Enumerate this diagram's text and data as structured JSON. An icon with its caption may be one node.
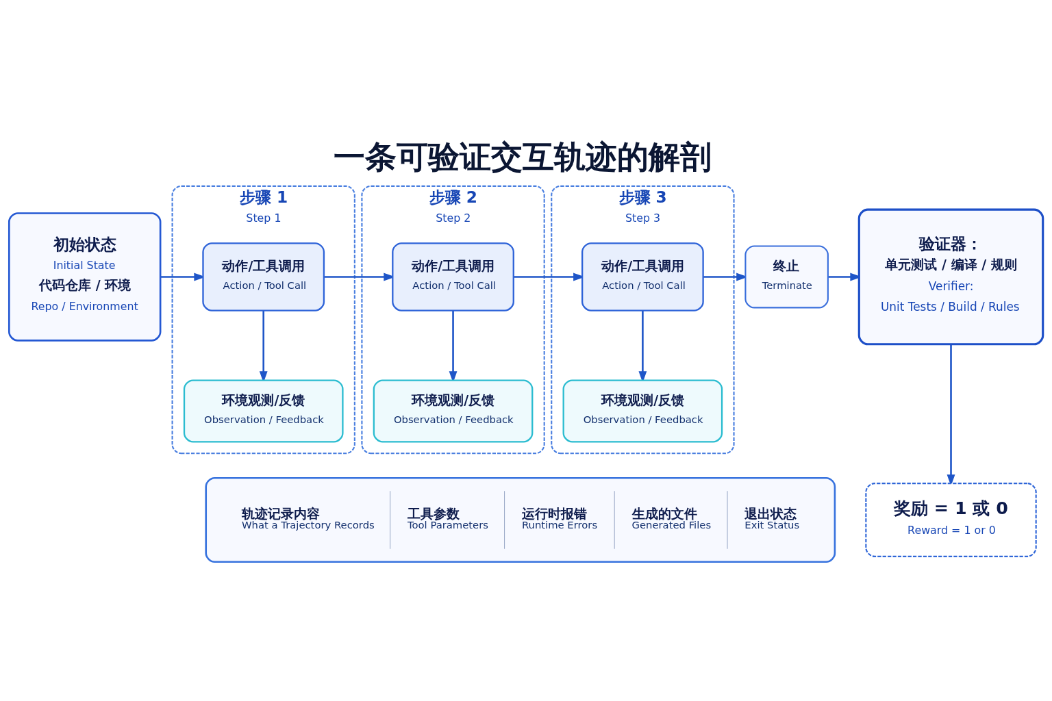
{
  "diagram": {
    "title": "一条可验证交互轨迹的解剖",
    "nodes": [
      {
        "text": [
          "初始状态",
          "Initial State",
          "代码仓库 / 环境",
          "Repo / Environment"
        ]
      },
      {
        "text": [
          "步骤 1",
          "Step 1"
        ]
      },
      {
        "text": [
          "动作/工具调用",
          "Action / Tool Call"
        ],
        "in": 1
      },
      {
        "text": [
          "环境观测/反馈",
          "Observation / Feedback"
        ],
        "in": 1
      },
      {
        "text": [
          "步骤 2",
          "Step 2"
        ]
      },
      {
        "text": [
          "动作/工具调用",
          "Action / Tool Call"
        ],
        "in": 4
      },
      {
        "text": [
          "环境观测/反馈",
          "Observation / Feedback"
        ],
        "in": 4
      },
      {
        "text": [
          "步骤 3",
          "Step 3"
        ]
      },
      {
        "text": [
          "动作/工具调用",
          "Action / Tool Call"
        ],
        "in": 7
      },
      {
        "text": [
          "环境观测/反馈",
          "Observation / Feedback"
        ],
        "in": 7
      },
      {
        "text": [
          "终止",
          "Terminate"
        ]
      },
      {
        "text": [
          "验证器：",
          "单元测试 / 编译 / 规则",
          "Verifier:",
          "Unit Tests / Build / Rules"
        ]
      },
      {
        "text": [
          "奖励 = 1 或 0",
          "Reward = 1 or 0"
        ]
      },
      {
        "text": [
          "轨迹记录内容",
          "What a Trajectory Records",
          "工具参数",
          "Tool Parameters",
          "运行时报错",
          "Runtime Errors",
          "生成的文件",
          "Generated Files",
          "退出状态",
          "Exit Status"
        ]
      }
    ],
    "edges": [
      {
        "from": 0,
        "to": 2,
        "arrow": "to"
      },
      {
        "from": 2,
        "to": 3,
        "arrow": "to"
      },
      {
        "from": 2,
        "to": 5,
        "arrow": "to"
      },
      {
        "from": 5,
        "to": 6,
        "arrow": "to"
      },
      {
        "from": 5,
        "to": 8,
        "arrow": "to"
      },
      {
        "from": 8,
        "to": 9,
        "arrow": "to"
      },
      {
        "from": 8,
        "to": 10,
        "arrow": "to"
      },
      {
        "from": 10,
        "to": 11,
        "arrow": "to"
      },
      {
        "from": 11,
        "to": 12,
        "arrow": "to"
      }
    ]
  }
}
